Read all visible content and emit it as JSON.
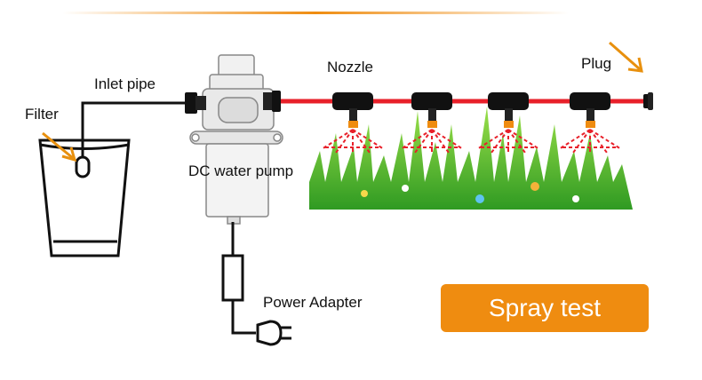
{
  "labels": {
    "filter": "Filter",
    "inlet_pipe": "Inlet pipe",
    "nozzle": "Nozzle",
    "plug": "Plug",
    "pump": "DC water pump",
    "power_adapter": "Power Adapter"
  },
  "button": {
    "label": "Spray test"
  },
  "colors": {
    "accent": "#ef8c10",
    "pipe_red": "#e8202a",
    "spray": "#e8202a",
    "grass": "#3fae2a"
  }
}
